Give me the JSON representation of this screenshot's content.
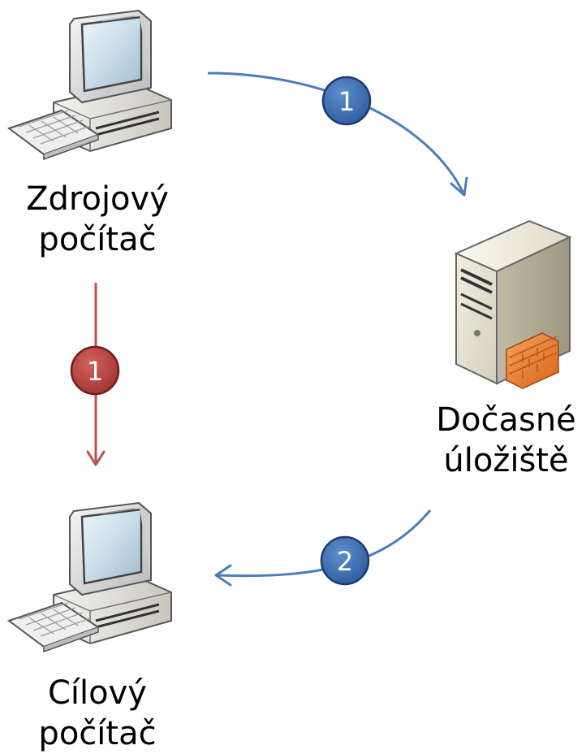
{
  "nodes": {
    "source": {
      "line1": "Zdrojový",
      "line2": "počítač",
      "icon": "desktop-computer-icon"
    },
    "temp_storage": {
      "line1": "Dočasné",
      "line2": "úložiště",
      "icon": "server-icon"
    },
    "target": {
      "line1": "Cílový",
      "line2": "počítač",
      "icon": "desktop-computer-icon"
    }
  },
  "edges": {
    "source_to_storage": {
      "step": "1",
      "color": "#3b6cb0"
    },
    "storage_to_target": {
      "step": "2",
      "color": "#3b6cb0"
    },
    "source_to_target": {
      "step": "1",
      "color": "#c0504d"
    }
  },
  "colors": {
    "blue_arrow": "#4a7ebb",
    "blue_badge": "#3f6fb5",
    "red_arrow": "#c0504d",
    "red_badge": "#b8403d",
    "server_accent": "#e8772a"
  }
}
